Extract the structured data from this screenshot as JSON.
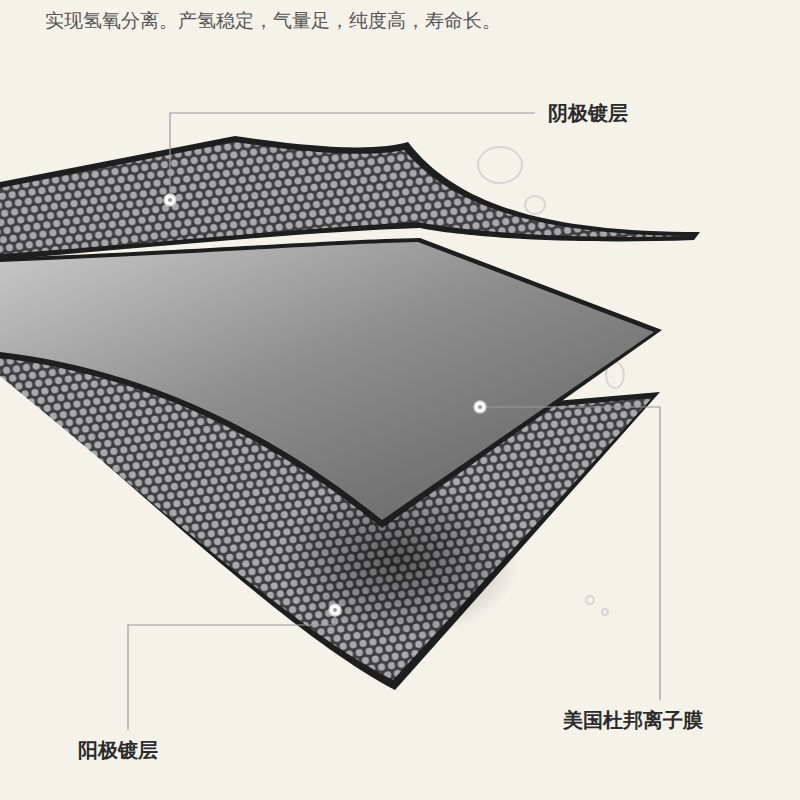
{
  "diagram": {
    "labels": [
      "实现氢氧分离。产氢稳定，气量足，纯度高，寿命长。",
      "阴极镀层",
      "美国杜邦离子膜",
      "阳极镀层"
    ]
  }
}
